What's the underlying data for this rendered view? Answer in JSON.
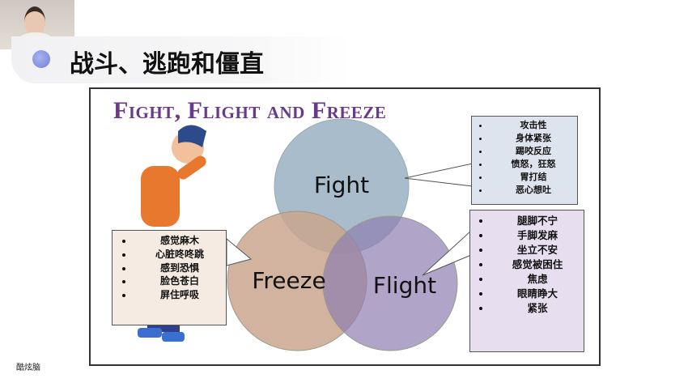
{
  "header": {
    "title": "战斗、逃跑和僵直"
  },
  "slide": {
    "title": "Fight, Flight and Freeze",
    "circles": {
      "fight": "Fight",
      "freeze": "Freeze",
      "flight": "Flight"
    },
    "fight_symptoms": [
      "攻击性",
      "身体紧张",
      "踢咬反应",
      "愤怒，狂怒",
      "胃打结",
      "恶心想吐"
    ],
    "flight_symptoms": [
      "腿脚不宁",
      "手脚发麻",
      "坐立不安",
      "感觉被困住",
      "焦虑",
      "眼睛睁大",
      "紧张"
    ],
    "freeze_symptoms": [
      "感觉麻木",
      "心脏咚咚跳",
      "感到恐惧",
      "脸色苍白",
      "屏住呼吸"
    ]
  },
  "watermark": "酷炫脑",
  "colors": {
    "fight": "#a9bccb",
    "freeze": "#c9a68e",
    "flight": "#a99cc0",
    "title": "#6a3a8a"
  }
}
